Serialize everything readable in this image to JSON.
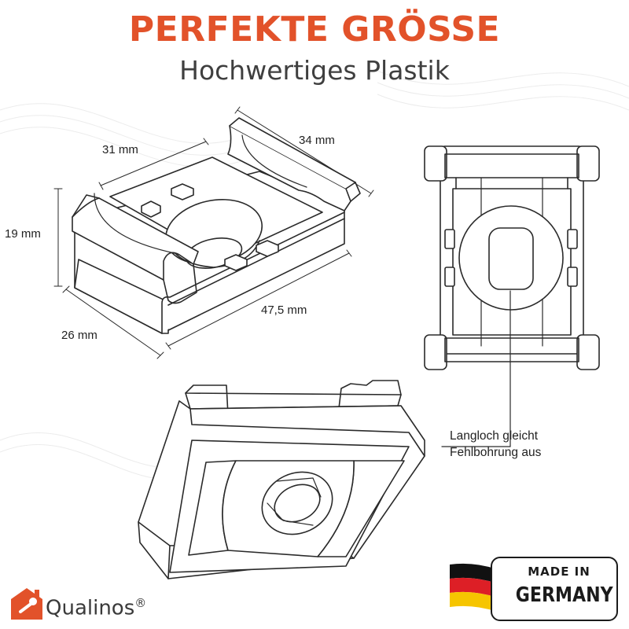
{
  "header": {
    "title": "PERFEKTE GRÖSSE",
    "subtitle": "Hochwertiges Plastik"
  },
  "dimensions": {
    "depth_top": "31 mm",
    "length_top": "34 mm",
    "height": "19 mm",
    "width": "26 mm",
    "length_bottom": "47,5 mm"
  },
  "callout": {
    "line1": "Langloch gleicht",
    "line2": "Fehlbohrung aus"
  },
  "brand": {
    "name": "Qualinos",
    "mark": "®",
    "logo_icon": "house-screw-icon"
  },
  "badge": {
    "made_in": "MADE IN",
    "country": "GERMANY",
    "flag_colors": [
      "#111111",
      "#dd1f26",
      "#f6c500"
    ]
  },
  "colors": {
    "title": "#e2522a",
    "subtitle": "#3f3f3f",
    "line": "#2a2a2a",
    "brand": "#e2522a"
  }
}
